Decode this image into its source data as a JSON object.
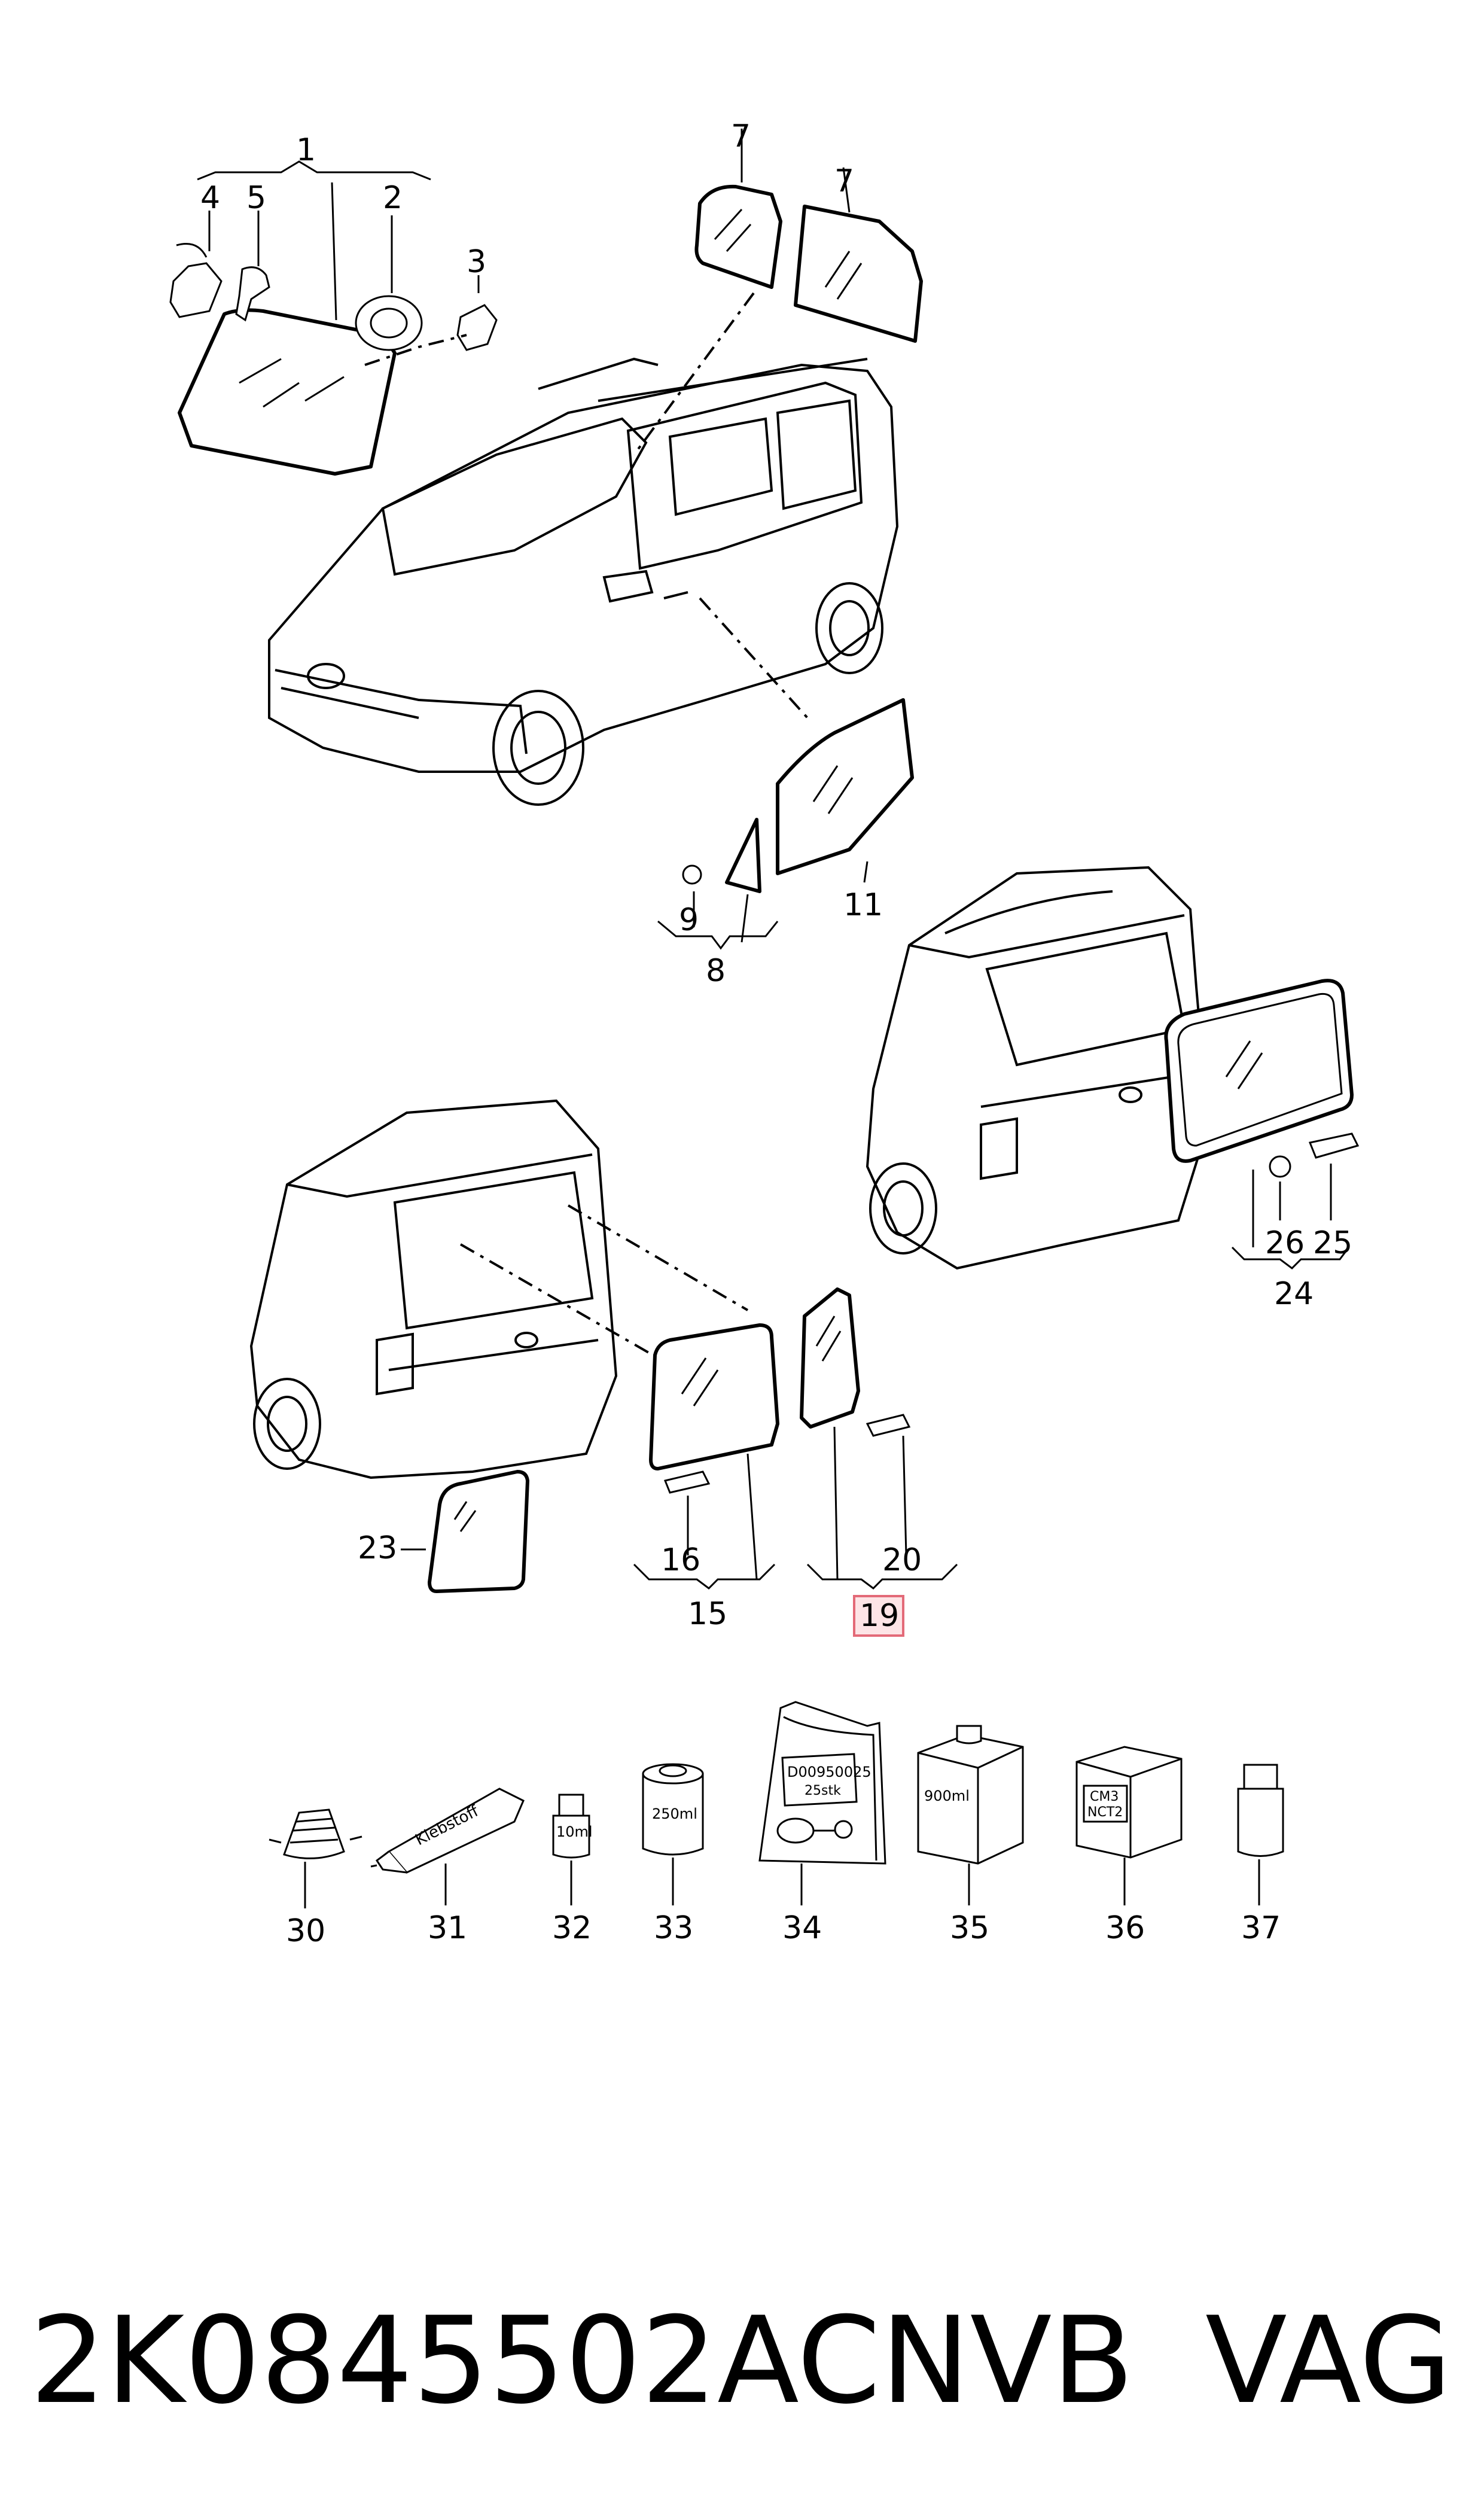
{
  "callouts": {
    "c1": "1",
    "c2": "2",
    "c3": "3",
    "c4": "4",
    "c5": "5",
    "c7a": "7",
    "c7b": "7",
    "c8": "8",
    "c9": "9",
    "c11": "11",
    "c15": "15",
    "c16": "16",
    "c19": "19",
    "c20": "20",
    "c23": "23",
    "c24": "24",
    "c25": "25",
    "c26": "26",
    "c30": "30",
    "c31": "31",
    "c32": "32",
    "c33": "33",
    "c34": "34",
    "c35": "35",
    "c36": "36",
    "c37": "37"
  },
  "highlighted_callout": "19",
  "package_labels": {
    "glue": "Klebstoff",
    "bottle_10ml": "10ml",
    "can_250ml": "250ml",
    "bag_code": "D00950025",
    "bag_qty": "25stk",
    "box_900ml": "900ml",
    "box_marking_top": "CM3",
    "box_marking_bottom": "NCT2"
  },
  "footer": {
    "part_number": "2K0845502ACNVB",
    "brand": "VAG"
  },
  "colors": {
    "highlight_fill": "#fde4e6",
    "highlight_stroke": "#e36a78"
  }
}
